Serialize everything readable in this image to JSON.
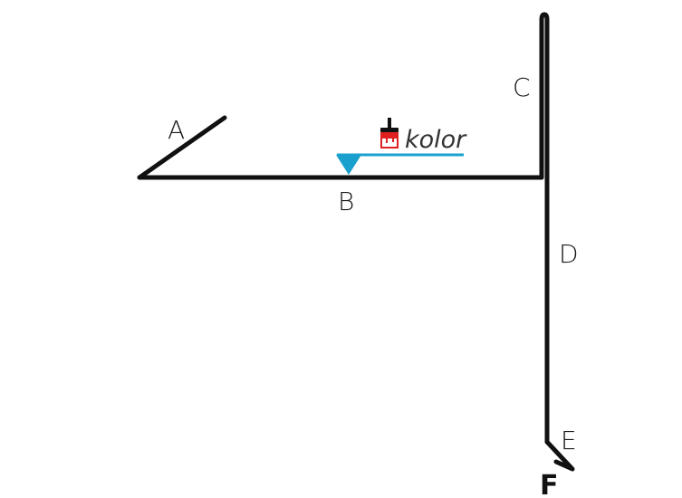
{
  "colors": {
    "profile": "#111111",
    "accent": "#1aa0cc",
    "paint": "#e02020"
  },
  "icons": {
    "paint": "paint-bucket-brush-icon",
    "level": "blue-triangle-marker"
  },
  "labels": {
    "a": "A",
    "b": "B",
    "c": "C",
    "d": "D",
    "e": "E",
    "f": "F"
  },
  "color_note": {
    "text": "kolor"
  }
}
